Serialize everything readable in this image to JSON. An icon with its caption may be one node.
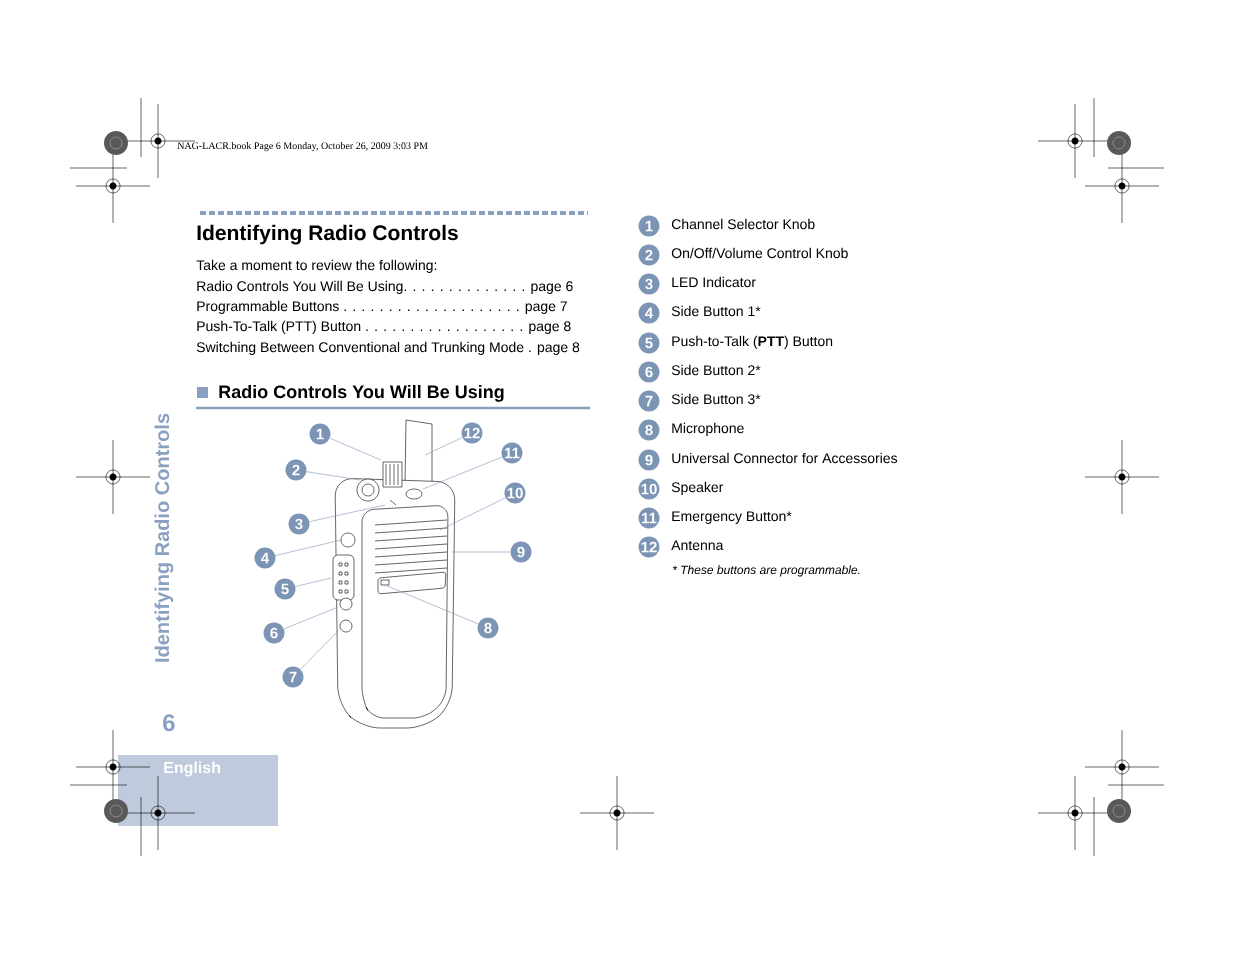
{
  "diagram": {
    "title": "Identifying Radio Controls",
    "nodes": [
      {
        "text": [
          "1"
        ]
      },
      {
        "text": [
          "2"
        ]
      },
      {
        "text": [
          "3"
        ]
      },
      {
        "text": [
          "4"
        ]
      },
      {
        "text": [
          "5"
        ]
      },
      {
        "text": [
          "6"
        ]
      },
      {
        "text": [
          "7"
        ]
      },
      {
        "text": [
          "8"
        ]
      },
      {
        "text": [
          "9"
        ]
      },
      {
        "text": [
          "10"
        ]
      },
      {
        "text": [
          "11"
        ]
      },
      {
        "text": [
          "12"
        ]
      },
      {
        "text": [
          "1"
        ],
        "beside": [
          "Channel Selector Knob"
        ]
      },
      {
        "text": [
          "2"
        ],
        "beside": [
          "On/Off/Volume Control Knob"
        ]
      },
      {
        "text": [
          "3"
        ],
        "beside": [
          "LED Indicator"
        ]
      },
      {
        "text": [
          "4"
        ],
        "beside": [
          "Side Button 1*"
        ]
      },
      {
        "text": [
          "5"
        ],
        "beside": [
          "Push-to-Talk (**PTT**) Button"
        ]
      },
      {
        "text": [
          "6"
        ],
        "beside": [
          "Side Button 2*"
        ]
      },
      {
        "text": [
          "7"
        ],
        "beside": [
          "Side Button 3*"
        ]
      },
      {
        "text": [
          "8"
        ],
        "beside": [
          "Microphone"
        ]
      },
      {
        "text": [
          "9"
        ],
        "beside": [
          "Universal Connector for Accessories"
        ]
      },
      {
        "text": [
          "10"
        ],
        "beside": [
          "Speaker"
        ]
      },
      {
        "text": [
          "11"
        ],
        "beside": [
          "Emergency Button*"
        ]
      },
      {
        "text": [
          "12"
        ],
        "beside": [
          "Antenna"
        ]
      },
      {
        "text": [],
        "shape": "picture"
      }
    ],
    "edges": [
      {
        "from": 0,
        "to": 24,
        "arrow": "none"
      },
      {
        "from": 1,
        "to": 24,
        "arrow": "none"
      },
      {
        "from": 2,
        "to": 24,
        "arrow": "none"
      },
      {
        "from": 3,
        "to": 24,
        "arrow": "none"
      },
      {
        "from": 4,
        "to": 24,
        "arrow": "none"
      },
      {
        "from": 5,
        "to": 24,
        "arrow": "none"
      },
      {
        "from": 6,
        "to": 24,
        "arrow": "none"
      },
      {
        "from": 7,
        "to": 24,
        "arrow": "none"
      },
      {
        "from": 8,
        "to": 24,
        "arrow": "none"
      },
      {
        "from": 9,
        "to": 24,
        "arrow": "none"
      },
      {
        "from": 10,
        "to": 24,
        "arrow": "none"
      },
      {
        "from": 11,
        "to": 24,
        "arrow": "none"
      }
    ],
    "labels": [
      "NAG-LACR.book  Page 6  Monday, October 26, 2009  3:03 PM",
      "Take a moment to review the following:",
      "Radio Controls You Will Be Using. . . . . . . . . . . . . . page 6",
      "Programmable Buttons . . . . . . . . . . . . . . . . . . . . page 7",
      "Push-To-Talk (PTT) Button . . . . . . . . . . . . . . . . . . page 8",
      "Switching Between Conventional and Trunking Mode . page 8",
      "Radio Controls You Will Be Using",
      "Identifying Radio Controls",
      "6",
      "English",
      "* These buttons are programmable."
    ]
  }
}
